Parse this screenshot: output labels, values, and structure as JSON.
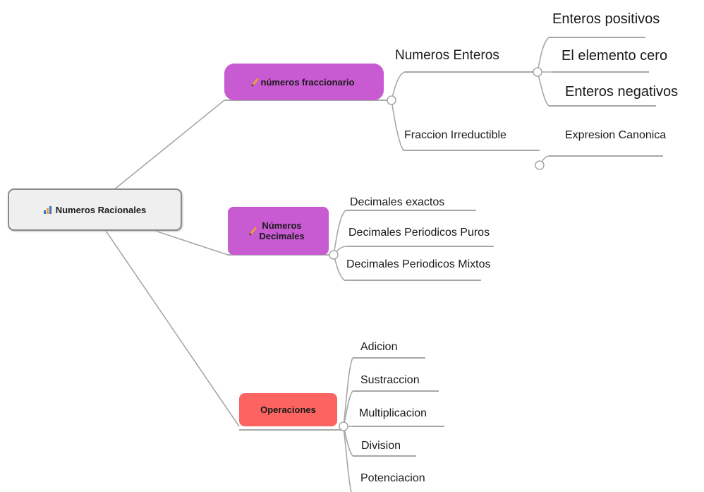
{
  "root": {
    "label": "Numeros Racionales"
  },
  "branches": [
    {
      "label": "números fraccionario",
      "color": "#c85ad2",
      "children": [
        {
          "label": "Numeros  Enteros",
          "children": [
            "Enteros positivos",
            "El elemento cero",
            "Enteros negativos"
          ]
        },
        {
          "label": "Fraccion Irreductible",
          "children": [
            "Expresion Canonica"
          ]
        }
      ]
    },
    {
      "label": "Números Decimales",
      "label_line1": "Números",
      "label_line2": "Decimales",
      "color": "#c85ad2",
      "children": [
        "Decimales  exactos",
        "Decimales Periodicos  Puros",
        "Decimales Periodicos Mixtos"
      ]
    },
    {
      "label": "Operaciones",
      "color": "#fb6460",
      "children": [
        "Adicion",
        "Sustraccion",
        "Multiplicacion",
        "Division",
        "Potenciacion"
      ]
    }
  ]
}
